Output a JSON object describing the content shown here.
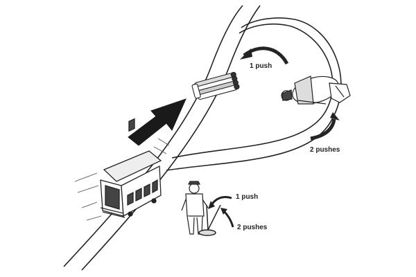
{
  "labels": {
    "top_push": "1 push",
    "right_pushes": "2 pushes",
    "lever_push": "1 push",
    "lever_pushes": "2 pushes"
  },
  "colors": {
    "ink": "#222222",
    "paper": "#ffffff",
    "arrow": "#1a1a1a"
  }
}
